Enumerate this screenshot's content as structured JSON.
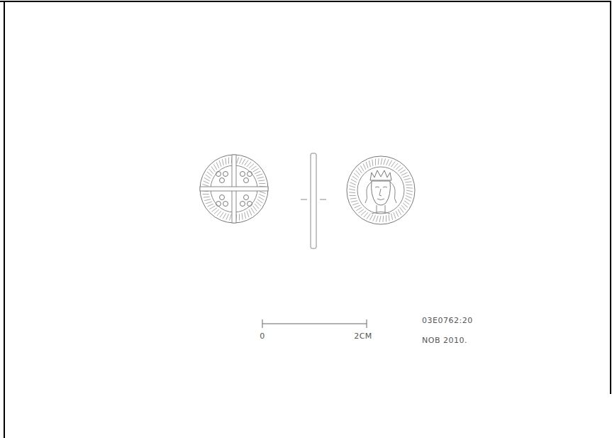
{
  "diagram": {
    "labels": [
      "0",
      "2CM",
      "03E0762:20",
      "NOB 2010."
    ]
  }
}
